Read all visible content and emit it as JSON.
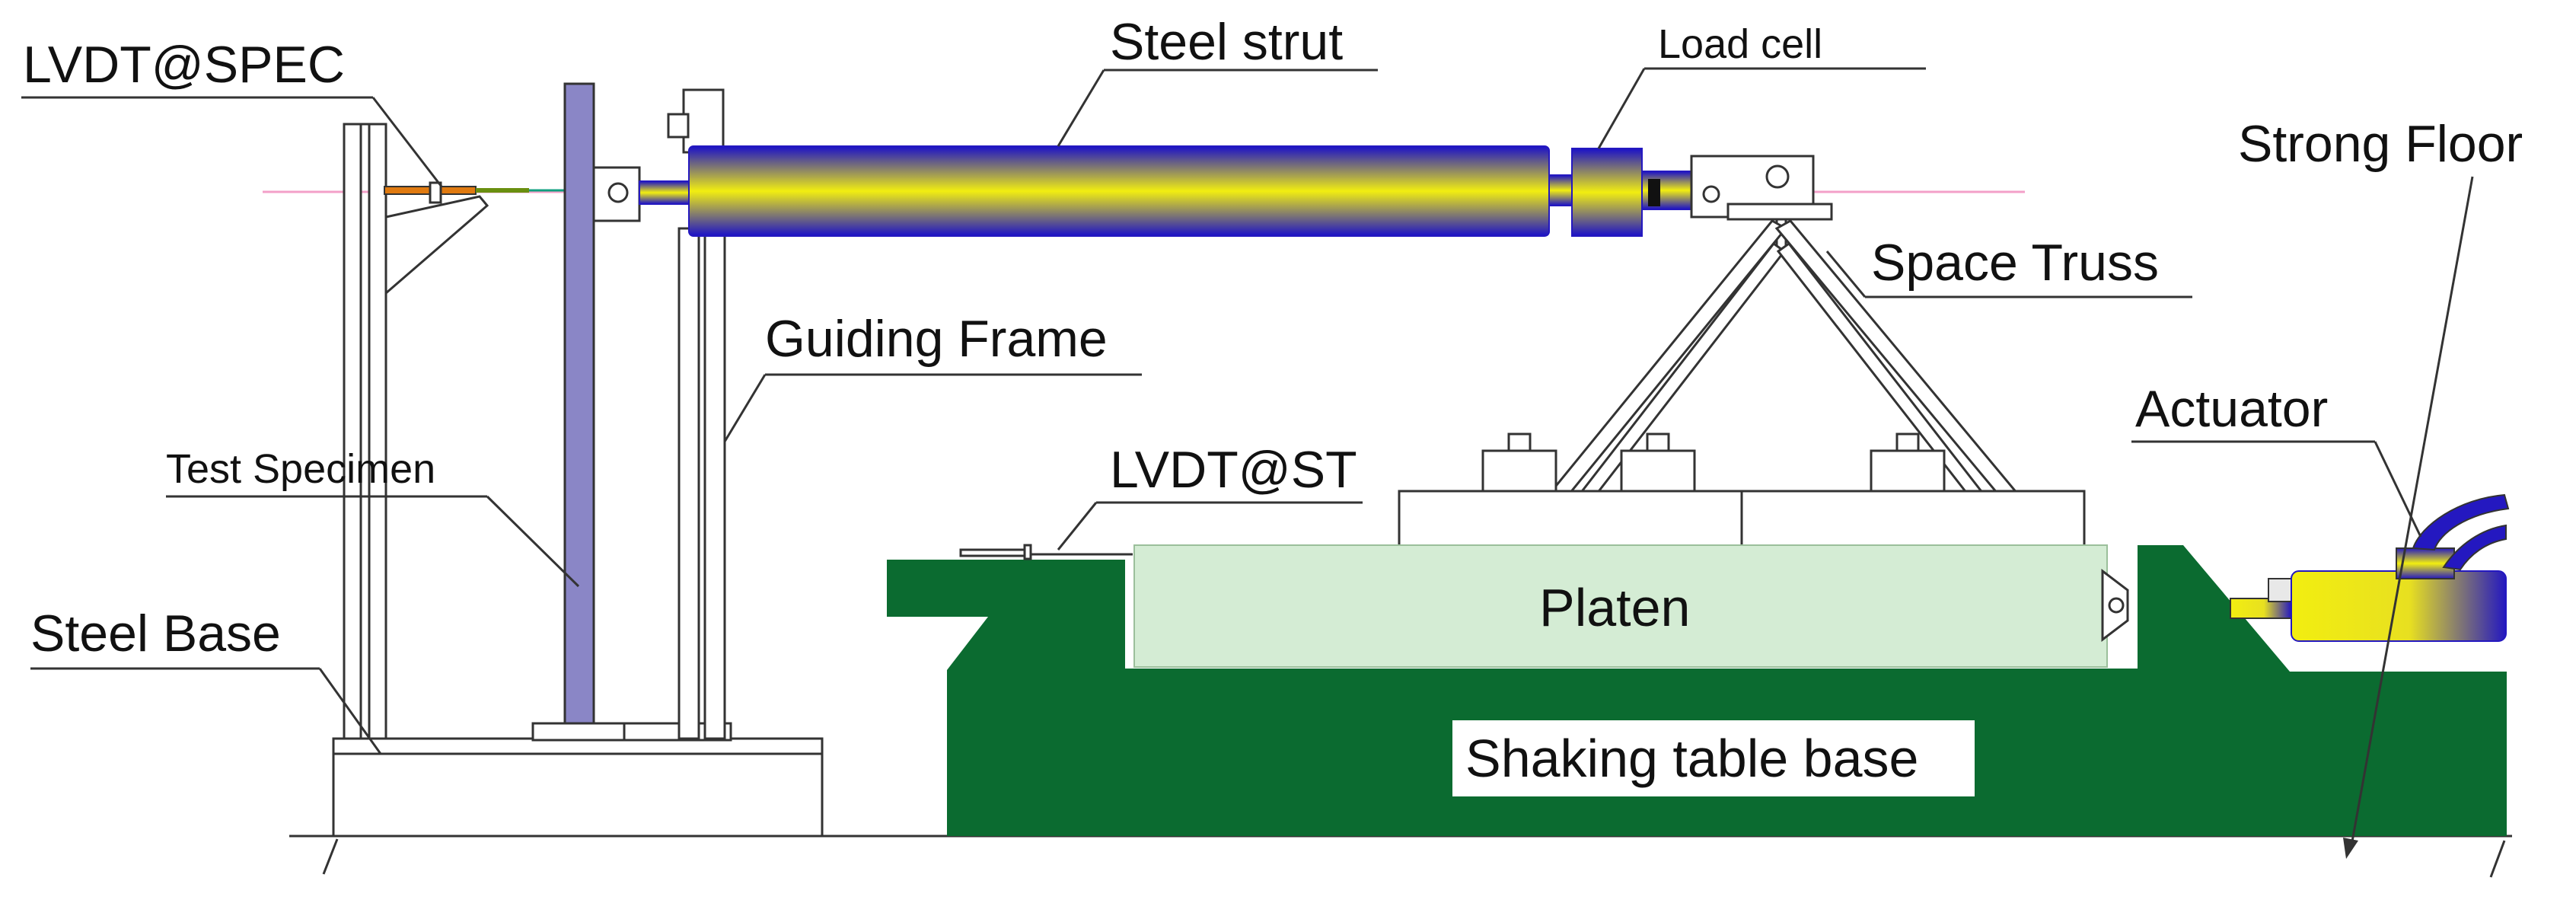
{
  "labels": {
    "lvdt_spec": "LVDT@SPEC",
    "steel_strut": "Steel strut",
    "load_cell": "Load cell",
    "strong_floor": "Strong Floor",
    "space_truss": "Space Truss",
    "guiding_frame": "Guiding Frame",
    "test_specimen": "Test Specimen",
    "actuator": "Actuator",
    "lvdt_st": "LVDT@ST",
    "platen": "Platen",
    "steel_base": "Steel Base",
    "shaking_table_base": "Shaking table base"
  },
  "colors": {
    "shaking_table": "#0b6b30",
    "platen": "#d4ecd4",
    "specimen": "#8a86c6",
    "strut_dark": "#1a10c8",
    "strut_light": "#f2ee10",
    "laser": "#f3a0c8",
    "outline": "#333333"
  }
}
